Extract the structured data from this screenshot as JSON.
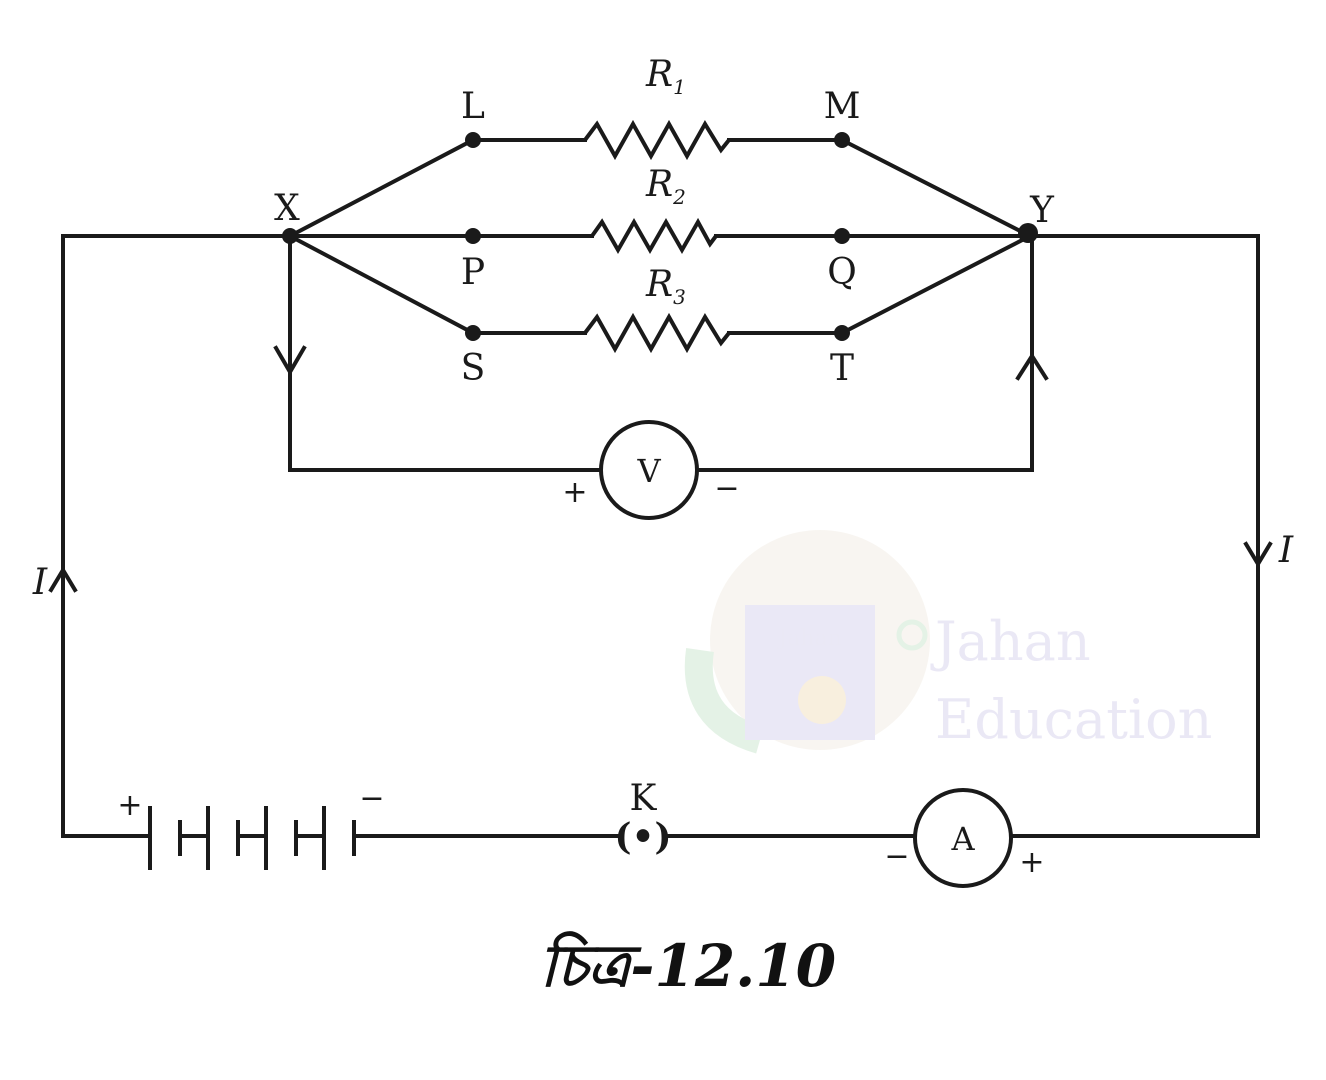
{
  "labels": {
    "L": "L",
    "M": "M",
    "X": "X",
    "Y": "Y",
    "P": "P",
    "Q": "Q",
    "S": "S",
    "T": "T",
    "K": "K"
  },
  "resistors": {
    "r1": {
      "main": "R",
      "sub": "1"
    },
    "r2": {
      "main": "R",
      "sub": "2"
    },
    "r3": {
      "main": "R",
      "sub": "3"
    }
  },
  "meters": {
    "voltmeter": {
      "symbol": "V",
      "plus": "+",
      "minus": "−"
    },
    "ammeter": {
      "symbol": "A",
      "plus": "+",
      "minus": "−"
    }
  },
  "battery": {
    "plus": "+",
    "minus": "−"
  },
  "current": {
    "left": "I",
    "right": "I"
  },
  "key_symbol": "(•)",
  "watermark": {
    "line1": "Jahan",
    "line2": "Education",
    "badge": "Jahan"
  },
  "caption": "চিত্র-12.10",
  "colors": {
    "line": "#1a1a1a",
    "watermark": "#dad6ee"
  }
}
